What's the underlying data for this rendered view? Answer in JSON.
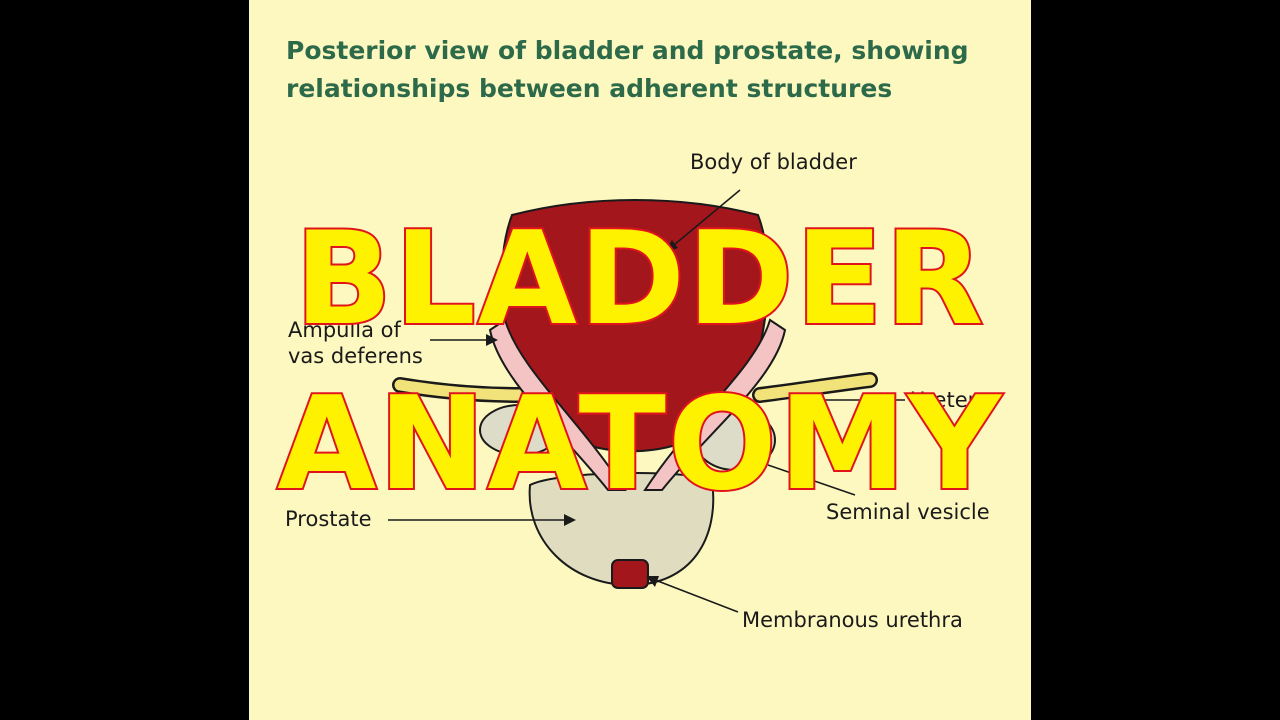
{
  "diagram": {
    "title_line1": "Posterior view of bladder and prostate, showing",
    "title_line2": "relationships between adherent structures",
    "labels": {
      "body_of_bladder": "Body of bladder",
      "ampulla_line1": "Ampulla of",
      "ampulla_line2": "vas deferens",
      "ureter_partial": "Ureter",
      "prostate": "Prostate",
      "seminal_vesicle": "Seminal vesicle",
      "membranous_urethra": "Membranous urethra"
    }
  },
  "overlay": {
    "line1": "BLADDER",
    "line2": "ANATOMY",
    "fill_color": "#fff200",
    "stroke_color": "#e1141c"
  },
  "colors": {
    "background": "#fdf8c0",
    "title": "#2d6a4a",
    "bladder": "#a3161c",
    "ducts": "#f4c4c4",
    "prostate": "#e0dcc0",
    "ureter": "#f2e27a"
  }
}
